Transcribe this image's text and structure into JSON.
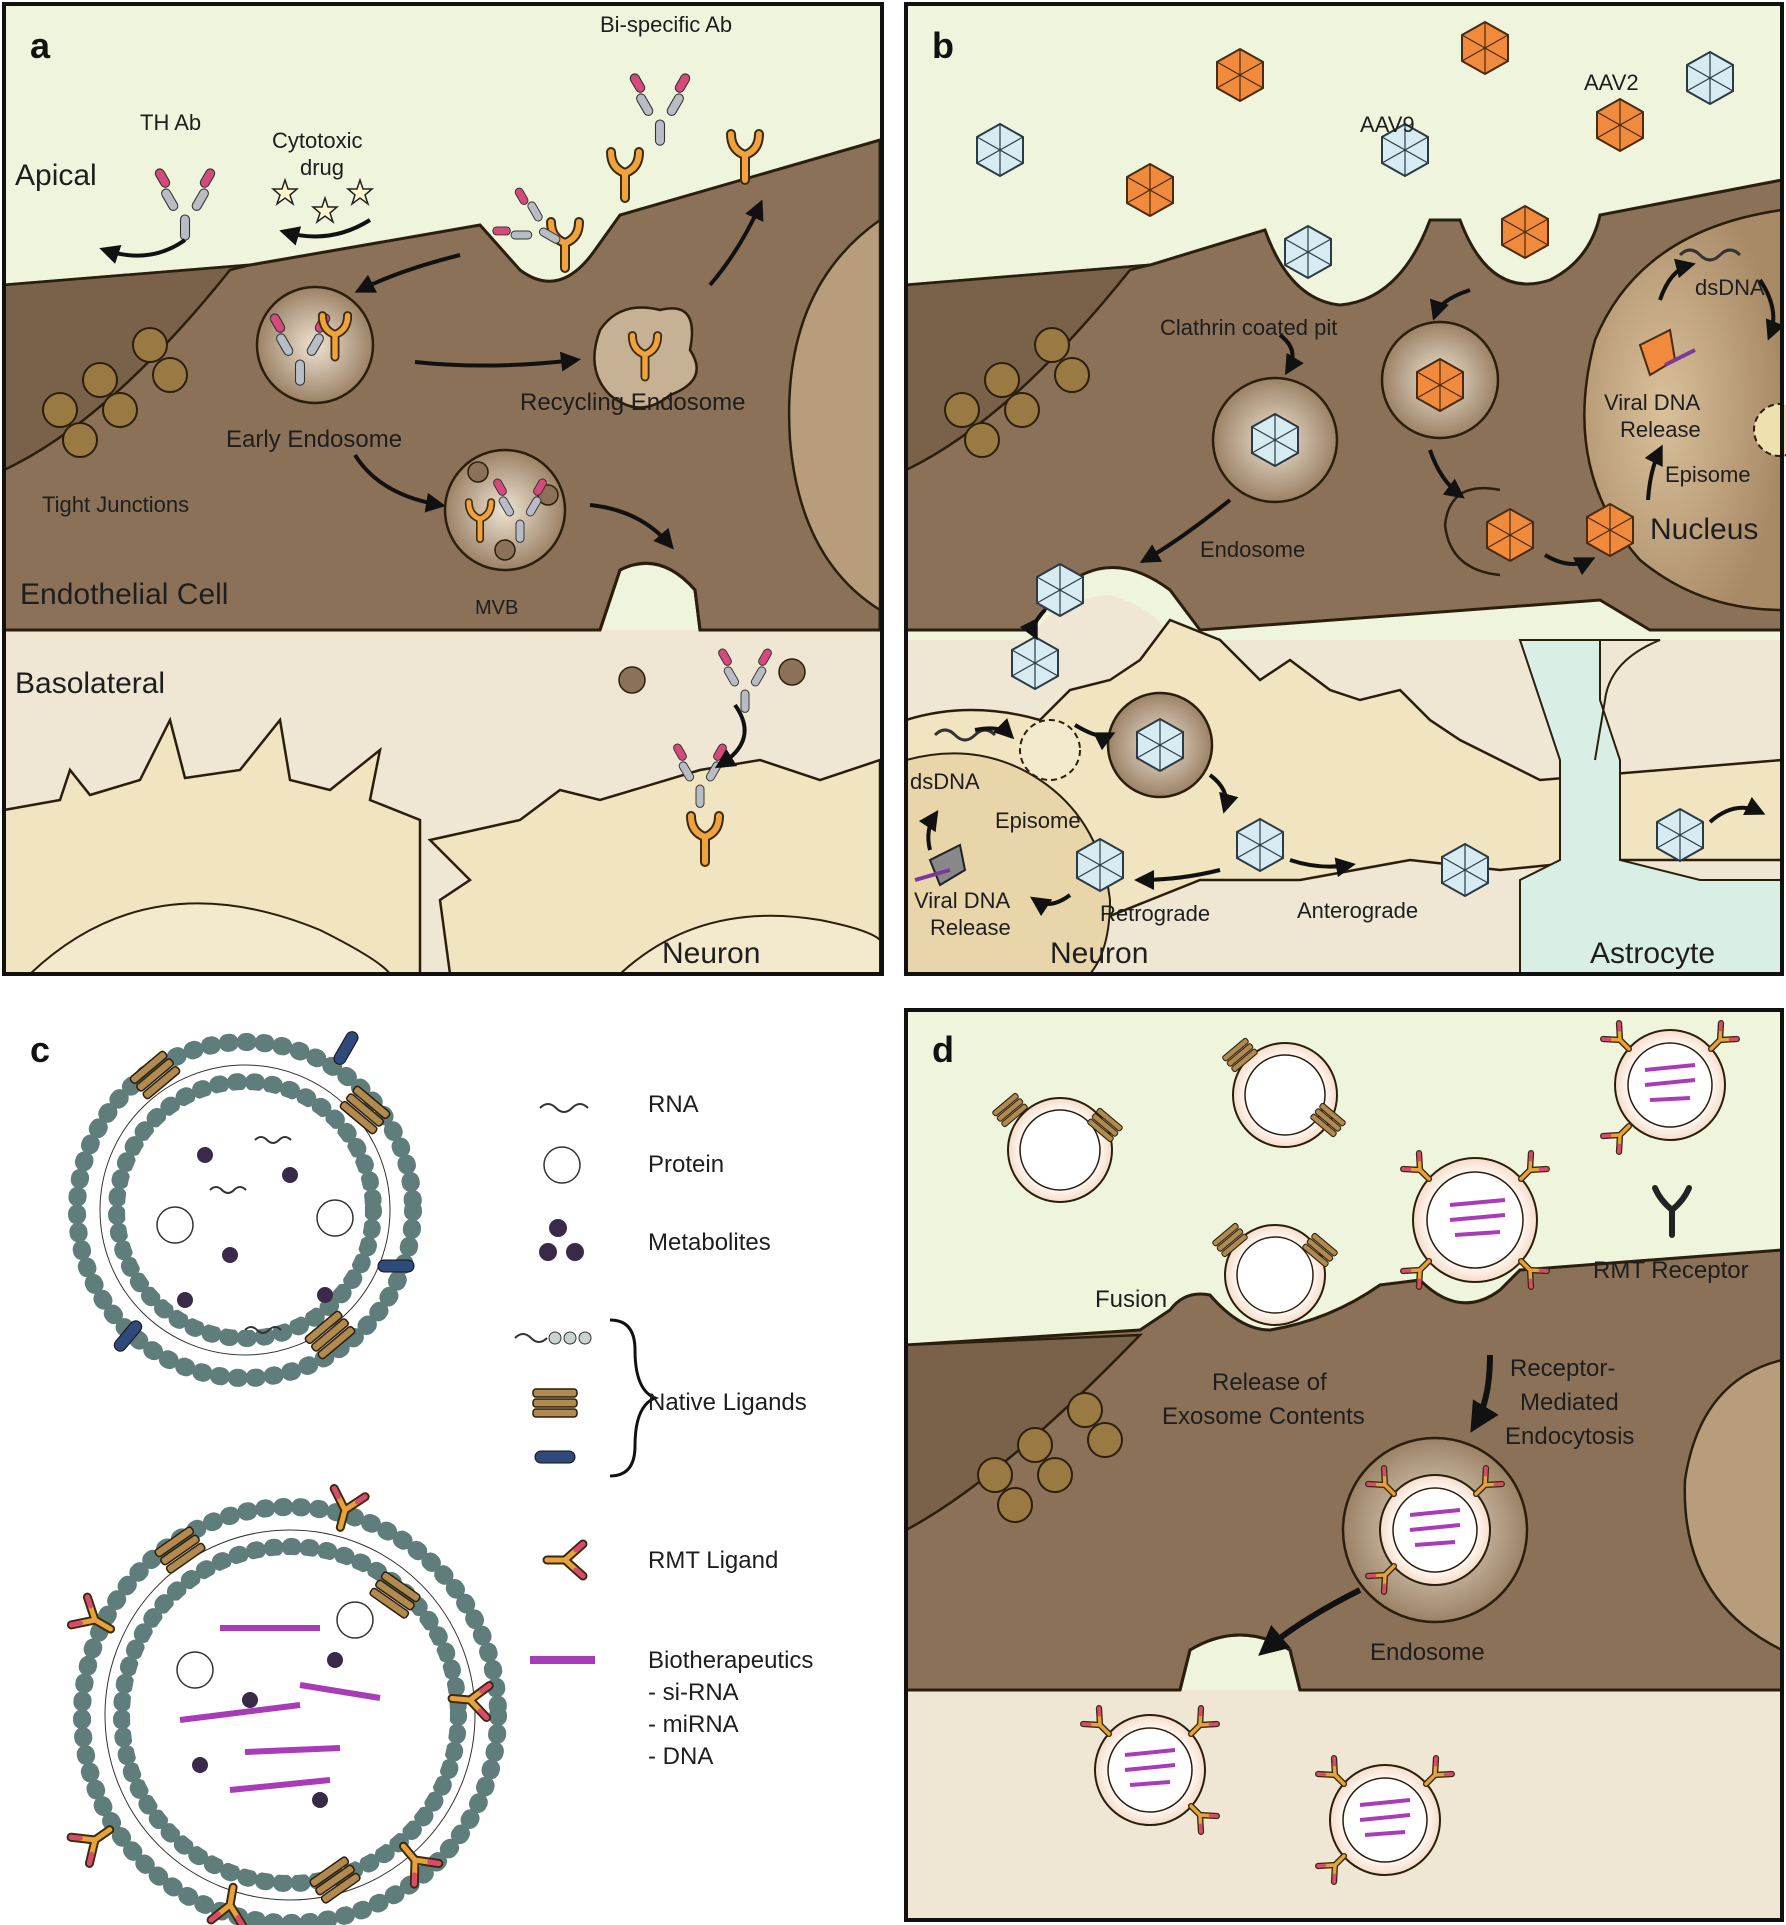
{
  "panels": {
    "a": {
      "letter": "a",
      "apical": "Apical",
      "th_ab": "TH Ab",
      "cytotoxic_line1": "Cytotoxic",
      "cytotoxic_line2": "drug",
      "bispecific": "Bi-specific Ab",
      "recycling_endosome": "Recycling Endosome",
      "early_endosome": "Early Endosome",
      "tight_junctions": "Tight Junctions",
      "endothelial_cell": "Endothelial Cell",
      "mvb": "MVB",
      "basolateral": "Basolateral",
      "neuron": "Neuron"
    },
    "b": {
      "letter": "b",
      "aav9": "AAV9",
      "aav2": "AAV2",
      "clathrin": "Clathrin coated pit",
      "dsdna_top": "dsDNA",
      "viral_line1": "Viral DNA",
      "viral_line2": "Release",
      "episome_top": "Episome",
      "nucleus": "Nucleus",
      "endosome": "Endosome",
      "dsdna_bottom": "dsDNA",
      "episome_bottom": "Episome",
      "viral_bottom_line1": "Viral DNA",
      "viral_bottom_line2": "Release",
      "retrograde": "Retrograde",
      "anterograde": "Anterograde",
      "neuron": "Neuron",
      "astrocyte": "Astrocyte"
    },
    "c": {
      "letter": "c",
      "legend": {
        "rna": "RNA",
        "protein": "Protein",
        "metabolites": "Metabolites",
        "native_ligands": "Native Ligands",
        "rmt_ligand": "RMT Ligand",
        "biotherapeutics": "Biotherapeutics",
        "sirna": "- si-RNA",
        "mirna": "- miRNA",
        "dna": "- DNA"
      }
    },
    "d": {
      "letter": "d",
      "fusion": "Fusion",
      "rmt_receptor": "RMT Receptor",
      "release_line1": "Release of",
      "release_line2": "Exosome Contents",
      "rme_line1": "Receptor-",
      "rme_line2": "Mediated",
      "rme_line3": "Endocytosis",
      "endosome": "Endosome"
    }
  },
  "colors": {
    "lumen": "#eef5dc",
    "cell": "#8b7157",
    "cell_dark": "#6e5843",
    "neuron": "#f1e4c0",
    "basolateral": "#efe7d4",
    "astrocyte": "#d9efe6",
    "aav2": "#f08a3c",
    "aav9": "#d6ecf2",
    "rmt": "#d94a6e",
    "bio": "#a83bb8",
    "ligand": "#a88a55",
    "native_blue": "#2f4a7a",
    "lipid": "#9fb5b0"
  }
}
